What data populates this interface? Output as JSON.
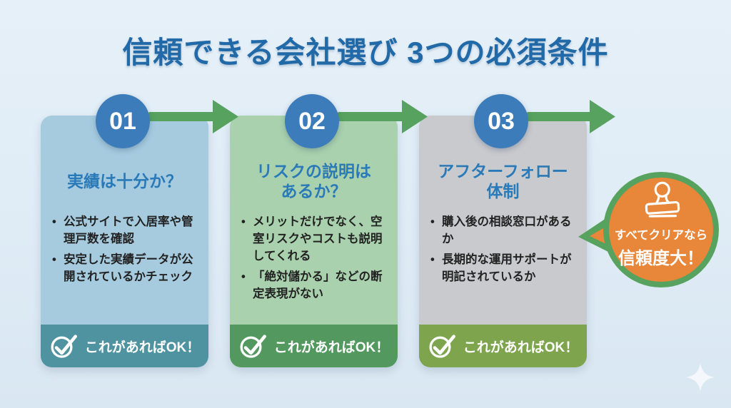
{
  "title": "信頼できる会社選び 3つの必須条件",
  "colors": {
    "background": "#dfecf6",
    "title_text": "#2269a8",
    "step_number_bg": "#3d7cba",
    "step_number_text": "#ffffff",
    "arrow": "#56a25e",
    "card_heading_text": "#2b7ab8",
    "bullet_text": "#222222",
    "footer_text": "#ffffff",
    "badge_bg": "#e8863a",
    "badge_border": "#56a25e",
    "badge_text": "#ffffff"
  },
  "steps": [
    {
      "number": "01",
      "heading": "実績は十分か？",
      "bullets": [
        "公式サイトで入居率や管理戸数を確認",
        "安定した実績データが公開されているかチェック"
      ],
      "footer_label": "これがあればOK！",
      "body_color": "#a6cbdf",
      "footer_color": "#4f93a1"
    },
    {
      "number": "02",
      "heading": "リスクの説明は\nあるか？",
      "bullets": [
        "メリットだけでなく、空室リスクやコストも説明してくれる",
        "「絶対儲かる」などの断定表現がない"
      ],
      "footer_label": "これがあればOK！",
      "body_color": "#a9d1ad",
      "footer_color": "#53995f"
    },
    {
      "number": "03",
      "heading": "アフターフォロー\n体制",
      "bullets": [
        "購入後の相談窓口があるか",
        "長期的な運用サポートが明記されているか"
      ],
      "footer_label": "これがあればOK！",
      "body_color": "#c9cacd",
      "footer_color": "#7ea54d"
    }
  ],
  "badge": {
    "line1": "すべてクリアなら",
    "line2": "信頼度大！"
  }
}
